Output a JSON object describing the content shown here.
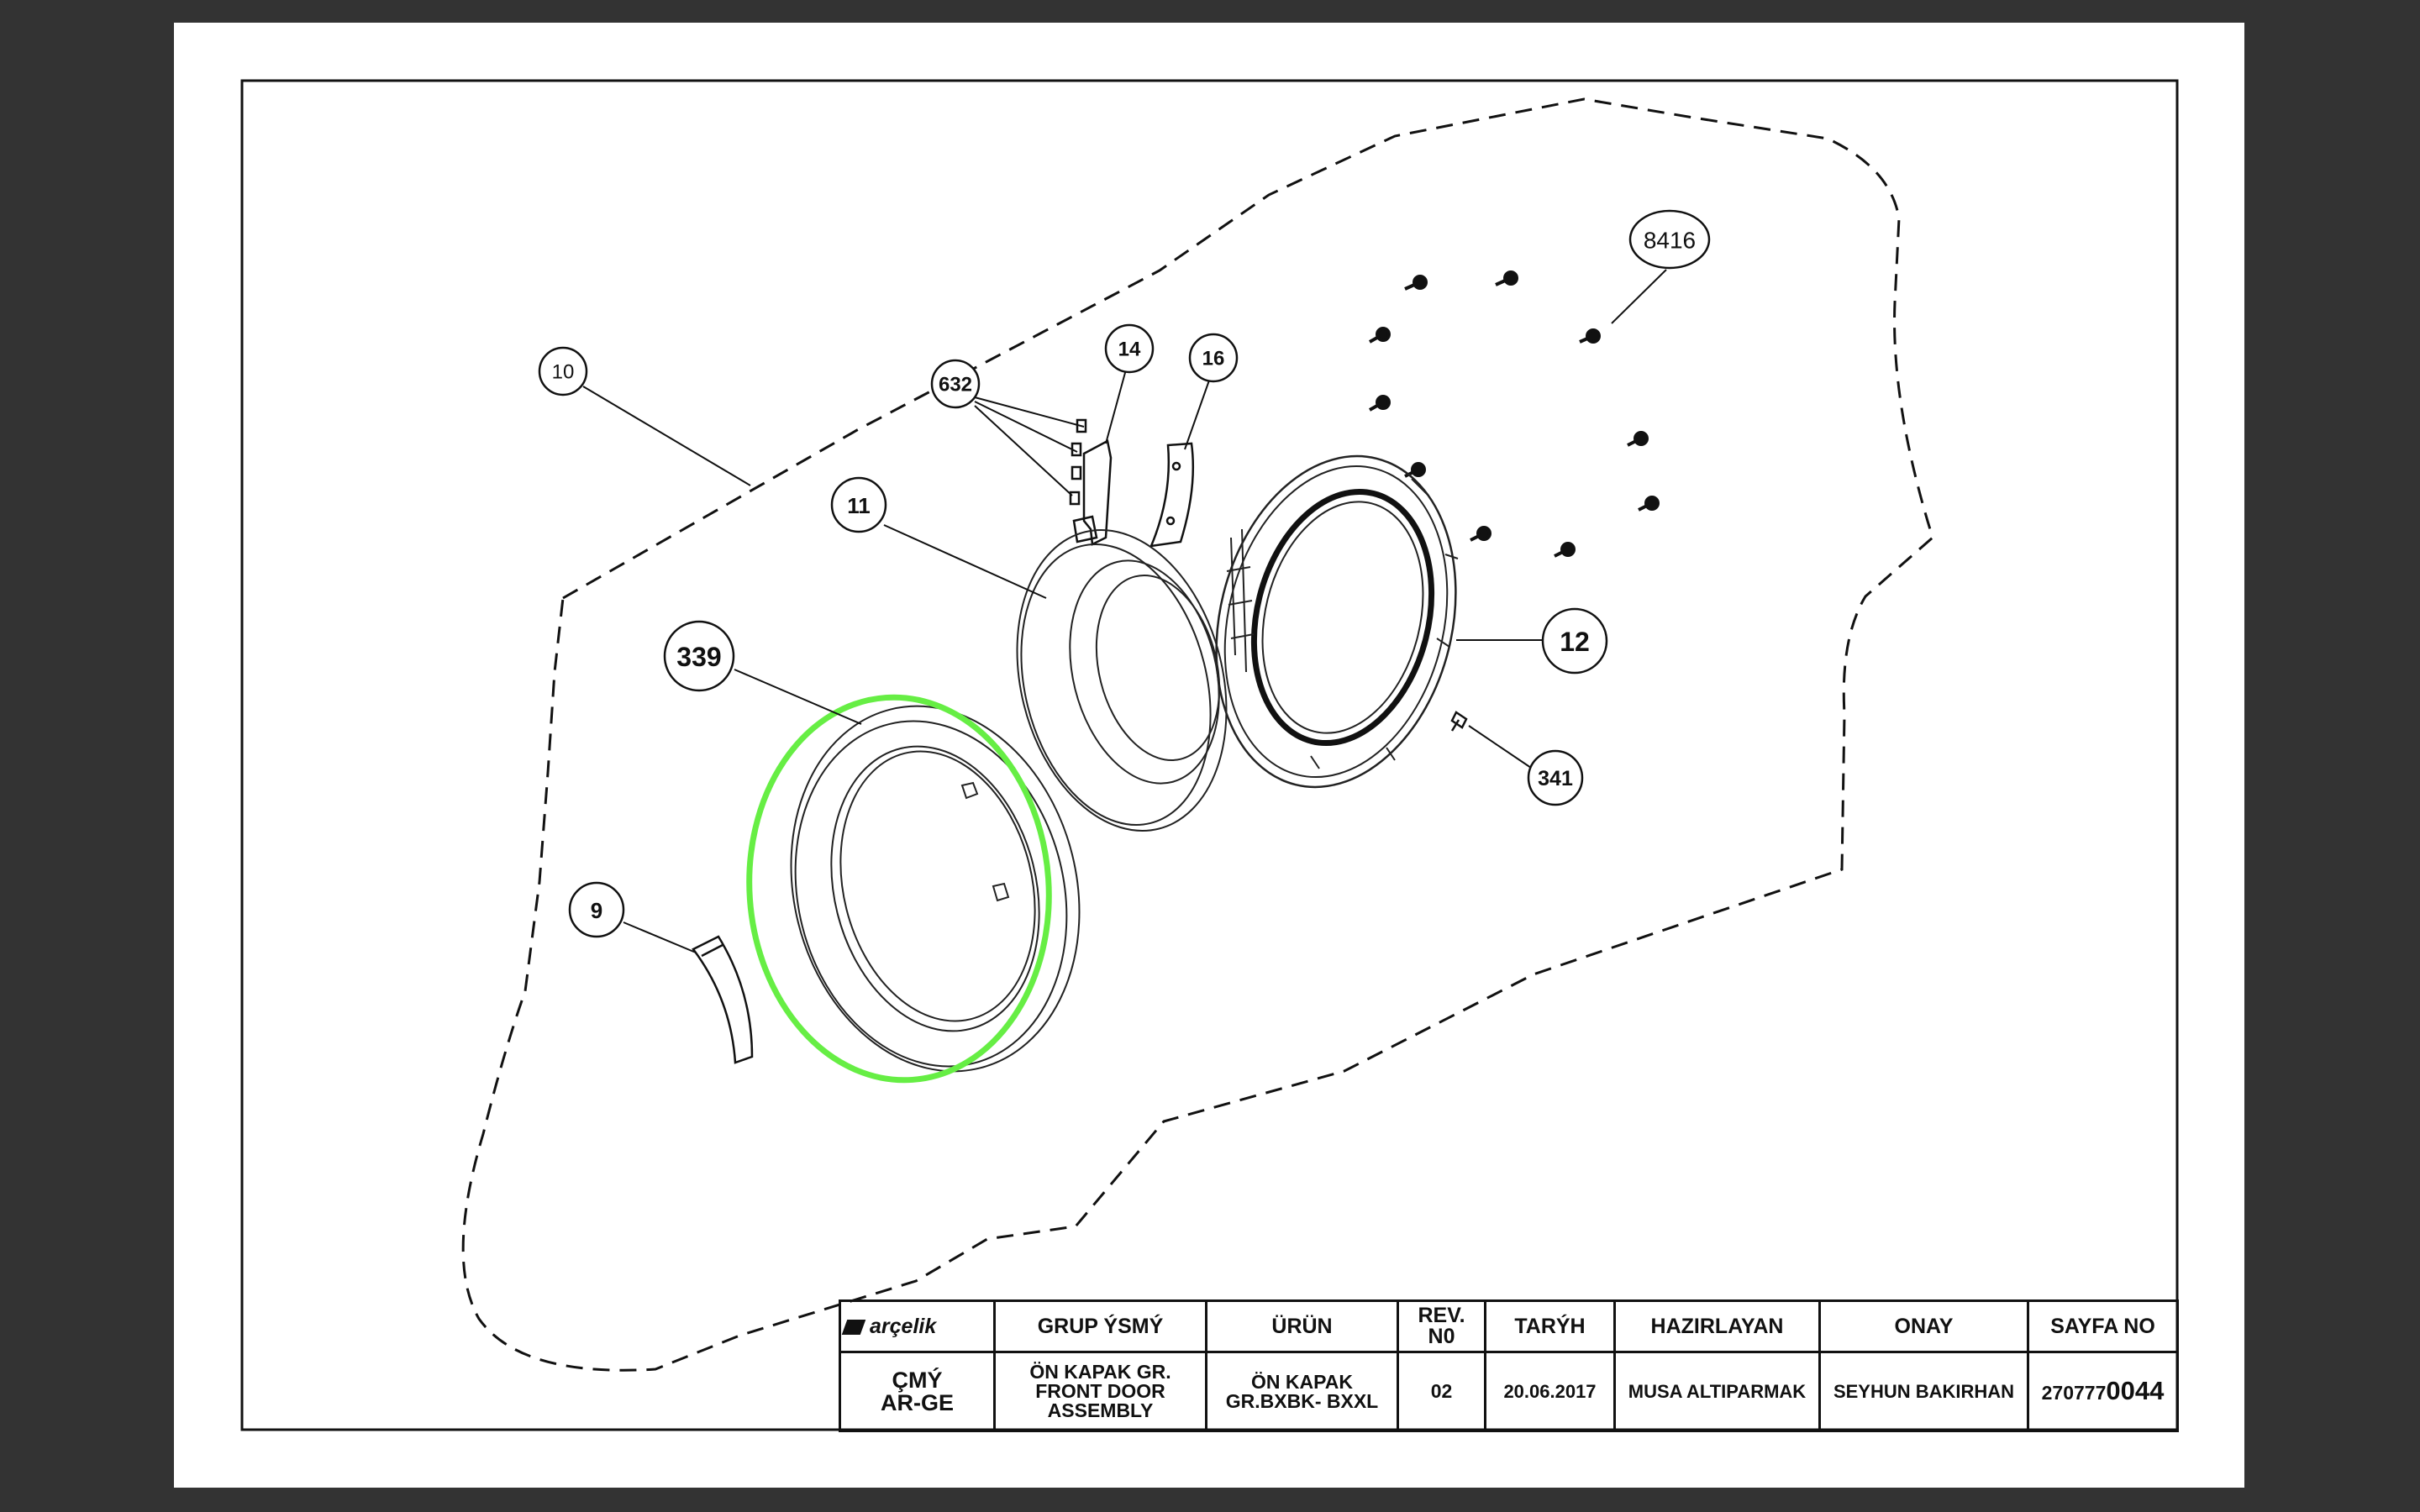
{
  "drawing": {
    "callouts": [
      {
        "id": "10",
        "label": "10"
      },
      {
        "id": "632",
        "label": "632"
      },
      {
        "id": "14",
        "label": "14"
      },
      {
        "id": "16",
        "label": "16"
      },
      {
        "id": "8416",
        "label": "8416"
      },
      {
        "id": "11",
        "label": "11"
      },
      {
        "id": "339",
        "label": "339"
      },
      {
        "id": "12",
        "label": "12"
      },
      {
        "id": "341",
        "label": "341"
      },
      {
        "id": "9",
        "label": "9"
      }
    ],
    "highlight_color": "#66ee44",
    "line_color": "#111111"
  },
  "title_block": {
    "logo": "arçelik",
    "headers": {
      "group": "GRUP ÝSMÝ",
      "product": "ÜRÜN",
      "rev_line1": "REV.",
      "rev_line2": "N0",
      "date": "TARÝH",
      "prepared": "HAZIRLAYAN",
      "approval": "ONAY",
      "page": "SAYFA NO"
    },
    "values": {
      "dept_line1": "ÇMÝ",
      "dept_line2": "AR-GE",
      "group_line1": "ÖN KAPAK GR.",
      "group_line2": "FRONT DOOR",
      "group_line3": "ASSEMBLY",
      "product_line1": "ÖN KAPAK",
      "product_line2": "GR.BXBK- BXXL",
      "rev": "02",
      "date": "20.06.2017",
      "prepared": "MUSA ALTIPARMAK",
      "approval": "SEYHUN BAKIRHAN",
      "page_prefix": "270777",
      "page_suffix": "0044"
    }
  }
}
